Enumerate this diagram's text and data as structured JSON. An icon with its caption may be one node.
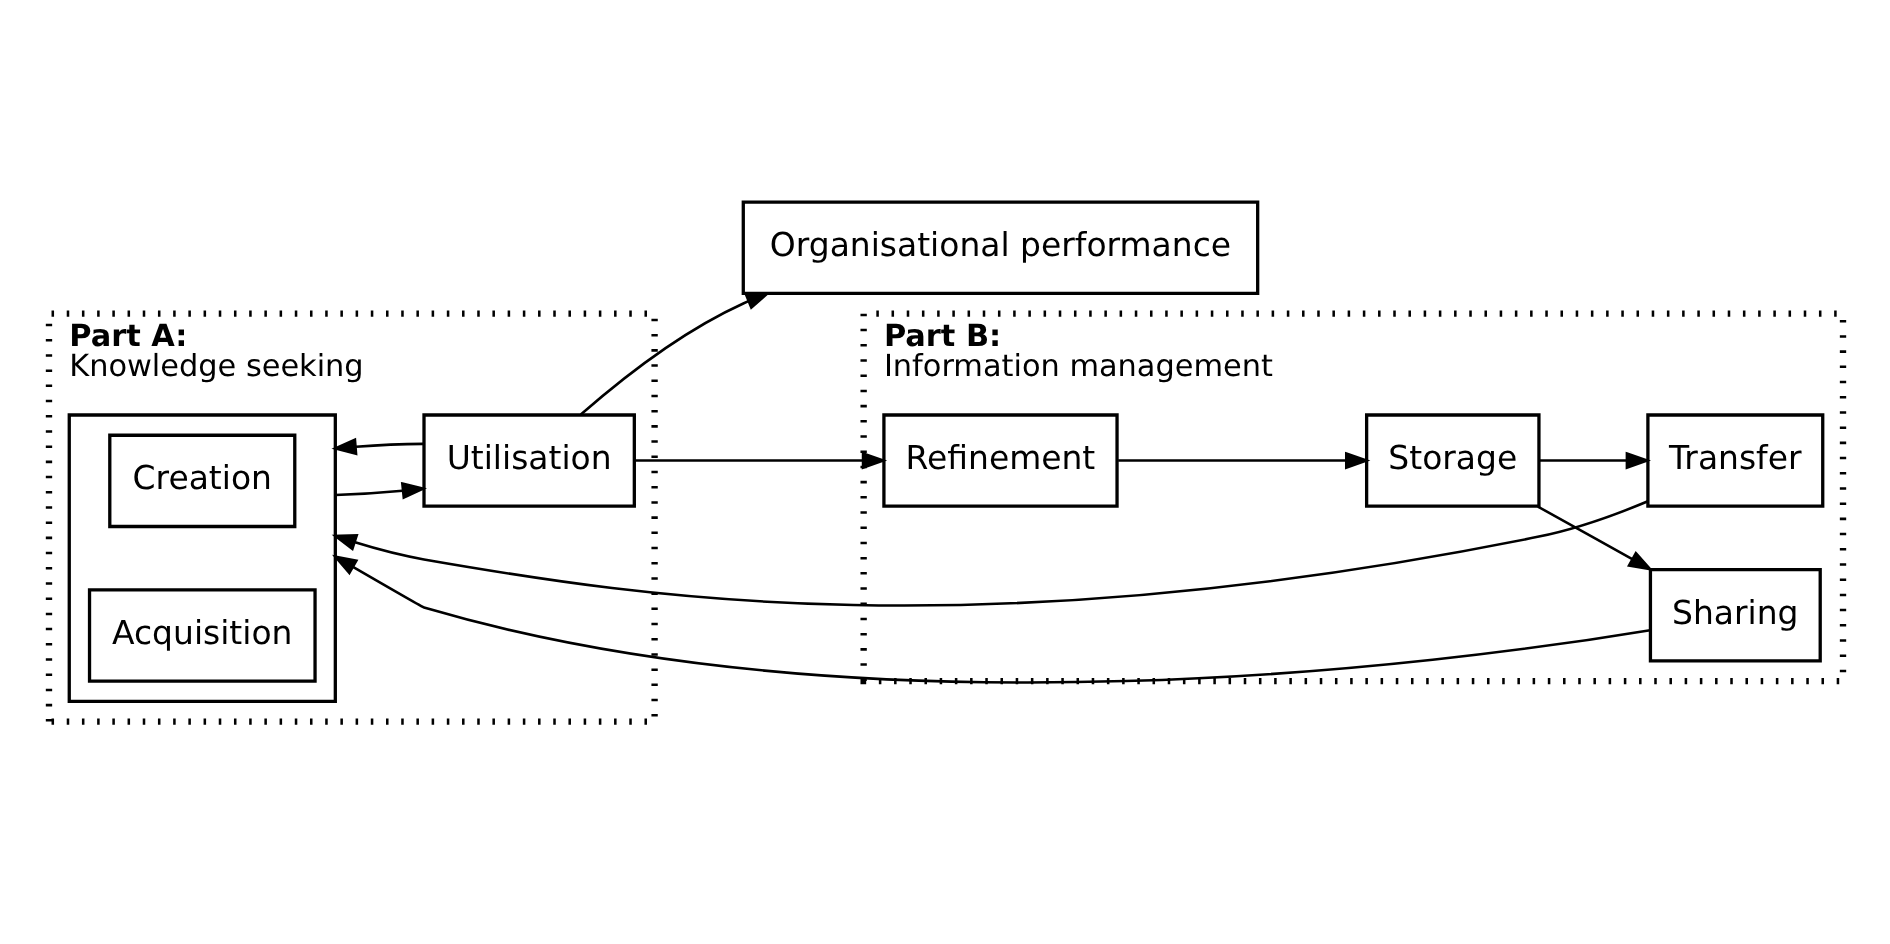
{
  "diagram": {
    "nodes": [
      {
        "text": [
          "Part A:",
          "Knowledge seeking"
        ]
      },
      {
        "text": [],
        "shape": "box",
        "in": 0
      },
      {
        "text": [
          "Creation"
        ],
        "in": 1
      },
      {
        "text": [
          "Acquisition"
        ],
        "in": 1
      },
      {
        "text": [
          "Utilisation"
        ],
        "in": 0
      },
      {
        "text": [
          "Organisational performance"
        ]
      },
      {
        "text": [
          "Part B:",
          "Information management"
        ]
      },
      {
        "text": [
          "Transfer"
        ],
        "in": 6
      },
      {
        "text": [
          "Sharing"
        ],
        "in": 6
      },
      {
        "text": [
          "Refinement"
        ],
        "in": 6
      },
      {
        "text": [
          "Storage"
        ],
        "in": 6
      }
    ],
    "edges": [
      {
        "from": 1,
        "to": 4,
        "arrow": "to"
      },
      {
        "from": 4,
        "to": 1,
        "arrow": "to"
      },
      {
        "from": 4,
        "to": 5,
        "arrow": "to"
      },
      {
        "from": 4,
        "to": 9,
        "arrow": "to"
      },
      {
        "from": 9,
        "to": 10,
        "arrow": "to"
      },
      {
        "from": 10,
        "to": 7,
        "arrow": "to"
      },
      {
        "from": 10,
        "to": 8,
        "arrow": "to"
      },
      {
        "from": 7,
        "to": 1,
        "arrow": "to"
      },
      {
        "from": 8,
        "to": 1,
        "arrow": "to"
      }
    ]
  }
}
